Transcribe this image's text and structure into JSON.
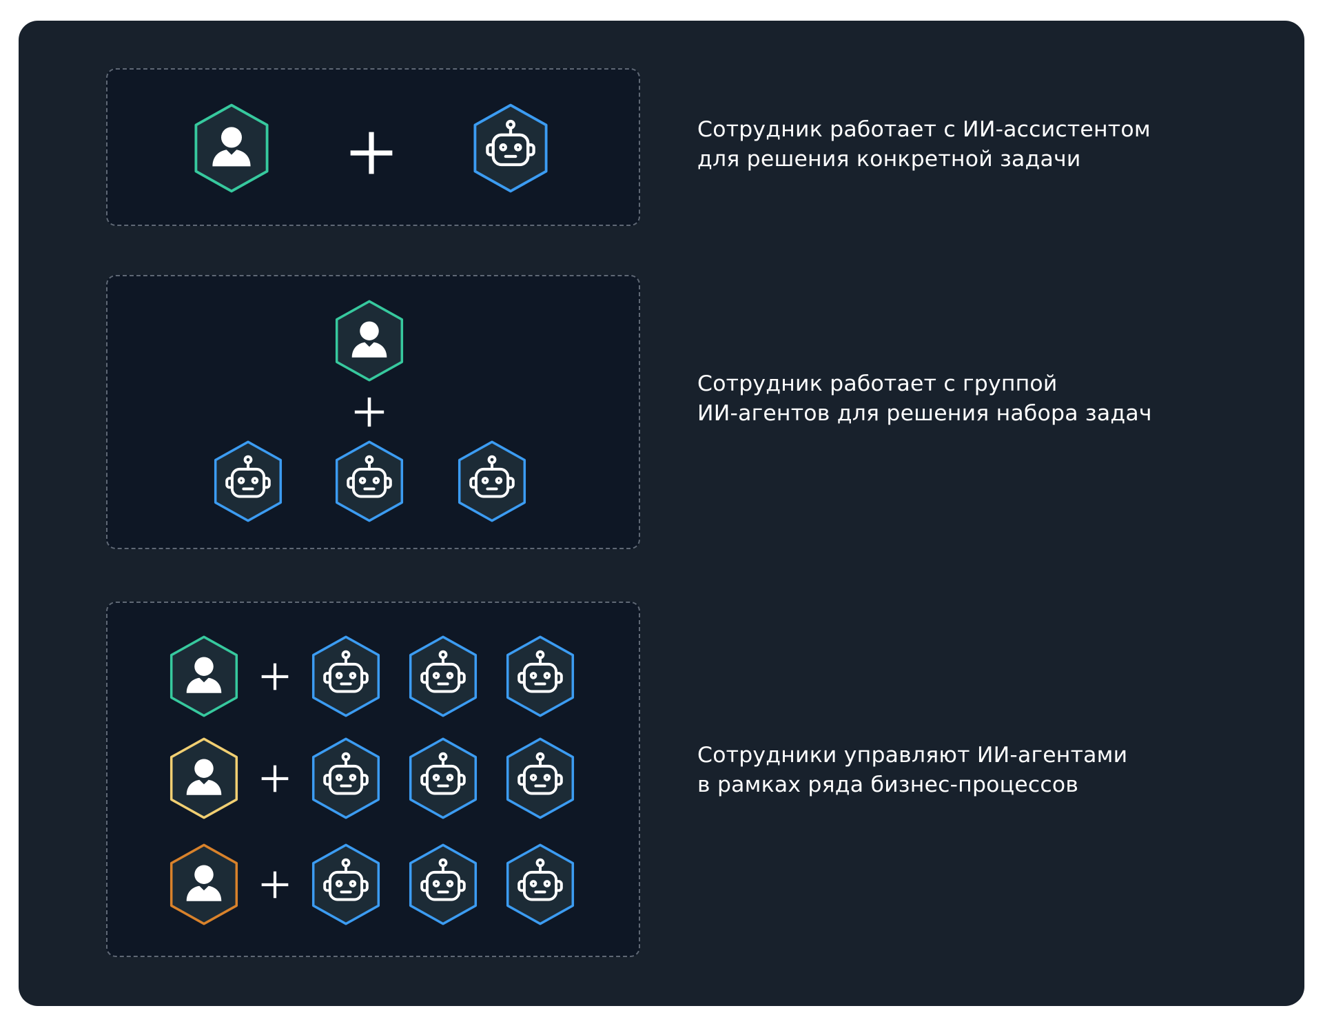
{
  "colors": {
    "panel_bg": "#18212c",
    "box_bg": "#0e1725",
    "box_border": "#5f6875",
    "icon_fill": "#1c2b36",
    "agent_stroke": "#3c9cf2",
    "person_green": "#37c99e",
    "person_yellow": "#f1cf72",
    "person_orange": "#d9822b",
    "glyph": "#ffffff"
  },
  "icons": {
    "person": "person-icon",
    "agent": "robot-icon",
    "plus": "plus-icon"
  },
  "sections": [
    {
      "title_lines": [
        "Сотрудник работает с ИИ-ассистентом",
        "для решения конкретной задачи"
      ]
    },
    {
      "title_lines": [
        "Сотрудник работает с группой",
        "ИИ-агентов для решения набора задач"
      ]
    },
    {
      "title_lines": [
        "Сотрудники управляют ИИ-агентами",
        "в рамках ряда бизнес-процессов"
      ]
    }
  ]
}
